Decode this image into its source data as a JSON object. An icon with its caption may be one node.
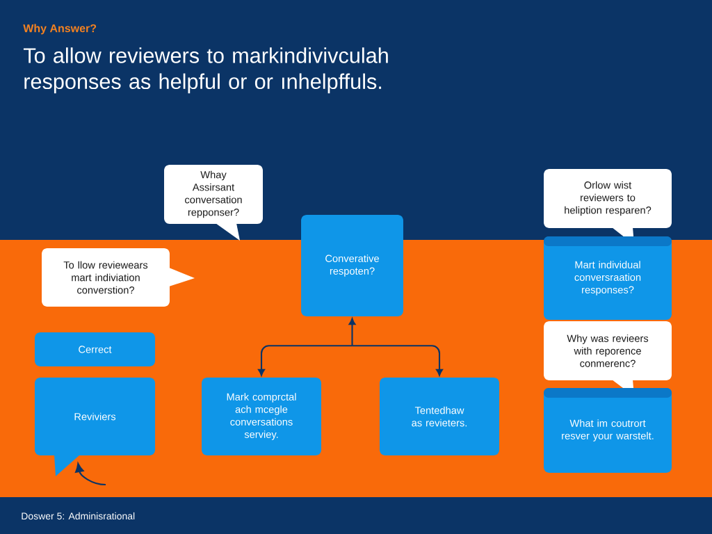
{
  "diagram": {
    "title": "Why Answer?",
    "caption": "Doswer 5: Adminisrational",
    "nodes": [
      {
        "text": [
          "Whay Assirsant conversation repponser?"
        ]
      },
      {
        "text": [
          "Orlow wist reviewers to heliption resparen?"
        ]
      },
      {
        "text": [
          "Converative respoten?"
        ]
      },
      {
        "text": [
          "To llow reviewears mart indiviation converstion?"
        ]
      },
      {
        "text": [
          "Mart individual conversraation responses?"
        ]
      },
      {
        "text": [
          "Cerrect"
        ]
      },
      {
        "text": [
          "Why was revieers with reporence conmerenc?"
        ]
      },
      {
        "text": [
          "Reviviers"
        ]
      },
      {
        "text": [
          "Mark comprctal ach mcegle conversations serviey."
        ]
      },
      {
        "text": [
          "Tentedhaw as revieters."
        ]
      },
      {
        "text": [
          "What im coutrort resver your warstelt."
        ]
      }
    ],
    "edges": [
      {
        "from": 2,
        "to": 8,
        "arrow": "both"
      },
      {
        "from": 2,
        "to": 9,
        "arrow": "both"
      },
      {
        "from": null,
        "to": 7,
        "arrow": "to"
      }
    ],
    "labels": [
      "To allow reviewers to markindivivculah responses as helpful or or ınhelpffuls."
    ]
  }
}
